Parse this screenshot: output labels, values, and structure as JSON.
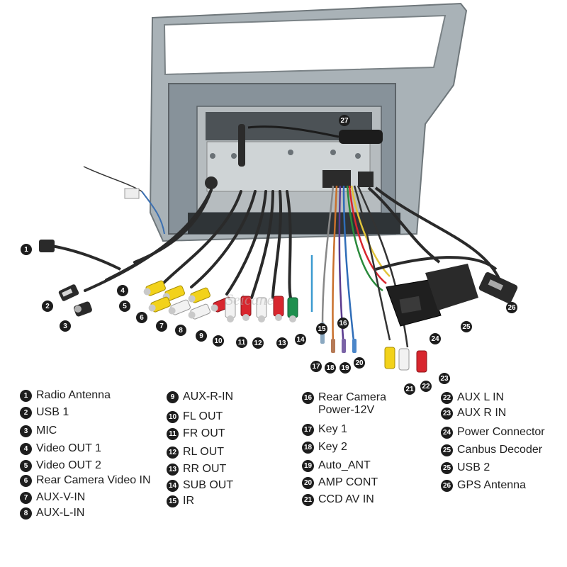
{
  "watermark": "Seicane",
  "callout_badges": [
    "1",
    "2",
    "3",
    "4",
    "5",
    "6",
    "7",
    "8",
    "9",
    "10",
    "11",
    "12",
    "13",
    "14",
    "15",
    "16",
    "17",
    "18",
    "19",
    "20",
    "21",
    "22",
    "23",
    "24",
    "25",
    "26",
    "27"
  ],
  "legend": [
    {
      "num": "1",
      "label": "Radio Antenna"
    },
    {
      "num": "2",
      "label": "USB 1"
    },
    {
      "num": "3",
      "label": "MIC"
    },
    {
      "num": "4",
      "label": "Video OUT 1"
    },
    {
      "num": "5",
      "label": "Video OUT 2"
    },
    {
      "num": "6",
      "label": "Rear Camera Video IN"
    },
    {
      "num": "7",
      "label": "AUX-V-IN"
    },
    {
      "num": "8",
      "label": "AUX-L-IN"
    },
    {
      "num": "9",
      "label": "AUX-R-IN"
    },
    {
      "num": "10",
      "label": "FL OUT"
    },
    {
      "num": "11",
      "label": "FR OUT"
    },
    {
      "num": "12",
      "label": "RL OUT"
    },
    {
      "num": "13",
      "label": "RR OUT"
    },
    {
      "num": "14",
      "label": "SUB OUT"
    },
    {
      "num": "15",
      "label": "IR"
    },
    {
      "num": "16",
      "label": "Rear Camera\nPower-12V"
    },
    {
      "num": "17",
      "label": "Key 1"
    },
    {
      "num": "18",
      "label": "Key 2"
    },
    {
      "num": "19",
      "label": "Auto_ANT"
    },
    {
      "num": "20",
      "label": "AMP CONT"
    },
    {
      "num": "21",
      "label": "CCD AV IN"
    },
    {
      "num": "22",
      "label": "AUX L IN"
    },
    {
      "num": "23",
      "label": "AUX R IN"
    },
    {
      "num": "24",
      "label": "Power Connector"
    },
    {
      "num": "25",
      "label": "Canbus Decoder"
    },
    {
      "num": "25",
      "label": "USB 2"
    },
    {
      "num": "26",
      "label": "GPS Antenna"
    }
  ],
  "colors": {
    "bezel": "#a4aeb3",
    "chassis": "#7f8a90",
    "cable": "#2a2a2a",
    "rca_yellow": "#f2d21a",
    "rca_white": "#f2f2f2",
    "rca_red": "#d8262e",
    "rca_green": "#1e8f4e"
  }
}
